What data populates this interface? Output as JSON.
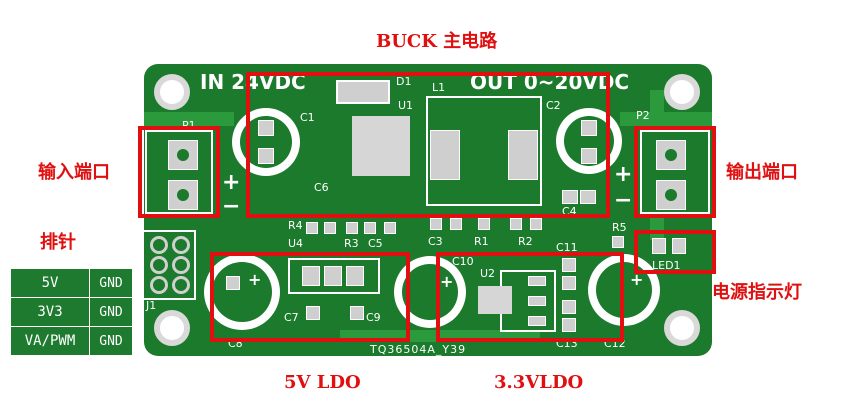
{
  "annotations": {
    "buck": "BUCK 主电路",
    "input_port": "输入端口",
    "output_port": "输出端口",
    "header": "排针",
    "power_led": "电源指示灯",
    "ldo_5v": "5V LDO",
    "ldo_33v": "3.3VLDO"
  },
  "silkscreen": {
    "in_label": "IN 24VDC",
    "out_label": "OUT 0~20VDC",
    "p1": "P1",
    "p2": "P2",
    "d1": "D1",
    "u1": "U1",
    "l1": "L1",
    "c1": "C1",
    "c2": "C2",
    "c3": "C3",
    "c4": "C4",
    "c5": "C5",
    "c6": "C6",
    "c7": "C7",
    "c8": "C8",
    "c9": "C9",
    "c10": "C10",
    "c11": "C11",
    "c12": "C12",
    "c13": "C13",
    "r1": "R1",
    "r2": "R2",
    "r3": "R3",
    "r4": "R4",
    "r5": "R5",
    "u2": "U2",
    "u4": "U4",
    "j1": "J1",
    "led1": "LED1",
    "board_id": "TQ36504A_Y39",
    "plus": "+",
    "minus": "−"
  },
  "pin_table": [
    {
      "signal": "5V",
      "ground": "GND"
    },
    {
      "signal": "3V3",
      "ground": "GND"
    },
    {
      "signal": "VA/PWM",
      "ground": "GND"
    }
  ],
  "colors": {
    "board": "#1b7a2b",
    "annotation_red": "#e01010",
    "silkscreen": "#ffffff"
  }
}
